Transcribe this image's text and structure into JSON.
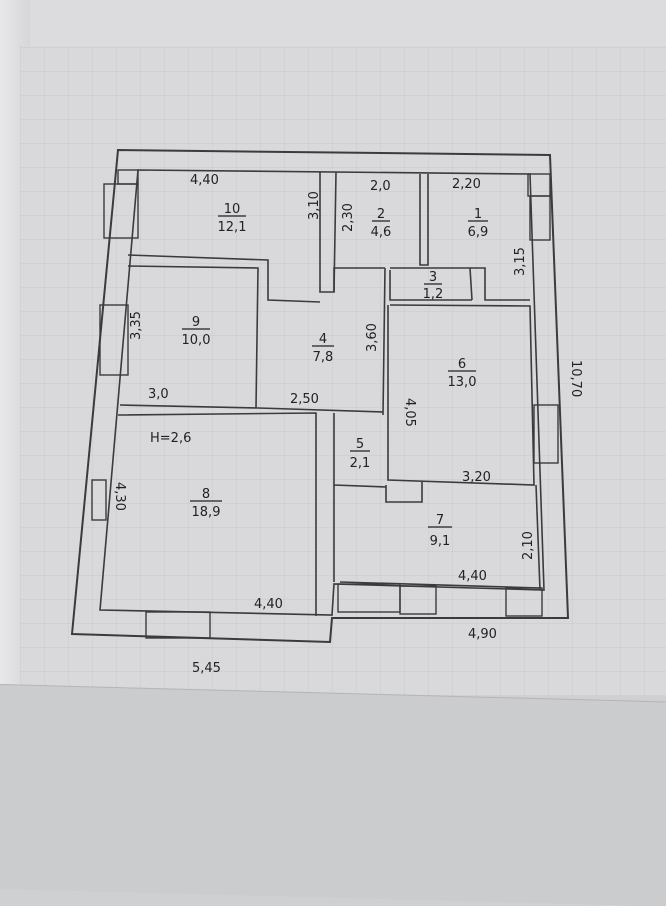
{
  "rooms": [
    {
      "num": "1",
      "area": "6,9"
    },
    {
      "num": "2",
      "area": "4,6"
    },
    {
      "num": "3",
      "area": "1,2"
    },
    {
      "num": "4",
      "area": "7,8"
    },
    {
      "num": "5",
      "area": "2,1"
    },
    {
      "num": "6",
      "area": "13,0"
    },
    {
      "num": "7",
      "area": "9,1"
    },
    {
      "num": "8",
      "area": "18,9"
    },
    {
      "num": "9",
      "area": "10,0"
    },
    {
      "num": "10",
      "area": "12,1"
    }
  ],
  "dimensions": {
    "d440_top": "4,40",
    "d310": "3,10",
    "d20": "2,0",
    "d230": "2,30",
    "d220": "2,20",
    "d315": "3,15",
    "d335": "3,35",
    "d360": "3,60",
    "d30": "3,0",
    "d250": "2,50",
    "d405": "4,05",
    "d1070": "10,70",
    "h26": "H=2,6",
    "d320": "3,20",
    "d430": "4,30",
    "d210": "2,10",
    "d440_r7": "4,40",
    "d440_r8": "4,40",
    "d490": "4,90",
    "d545": "5,45"
  }
}
